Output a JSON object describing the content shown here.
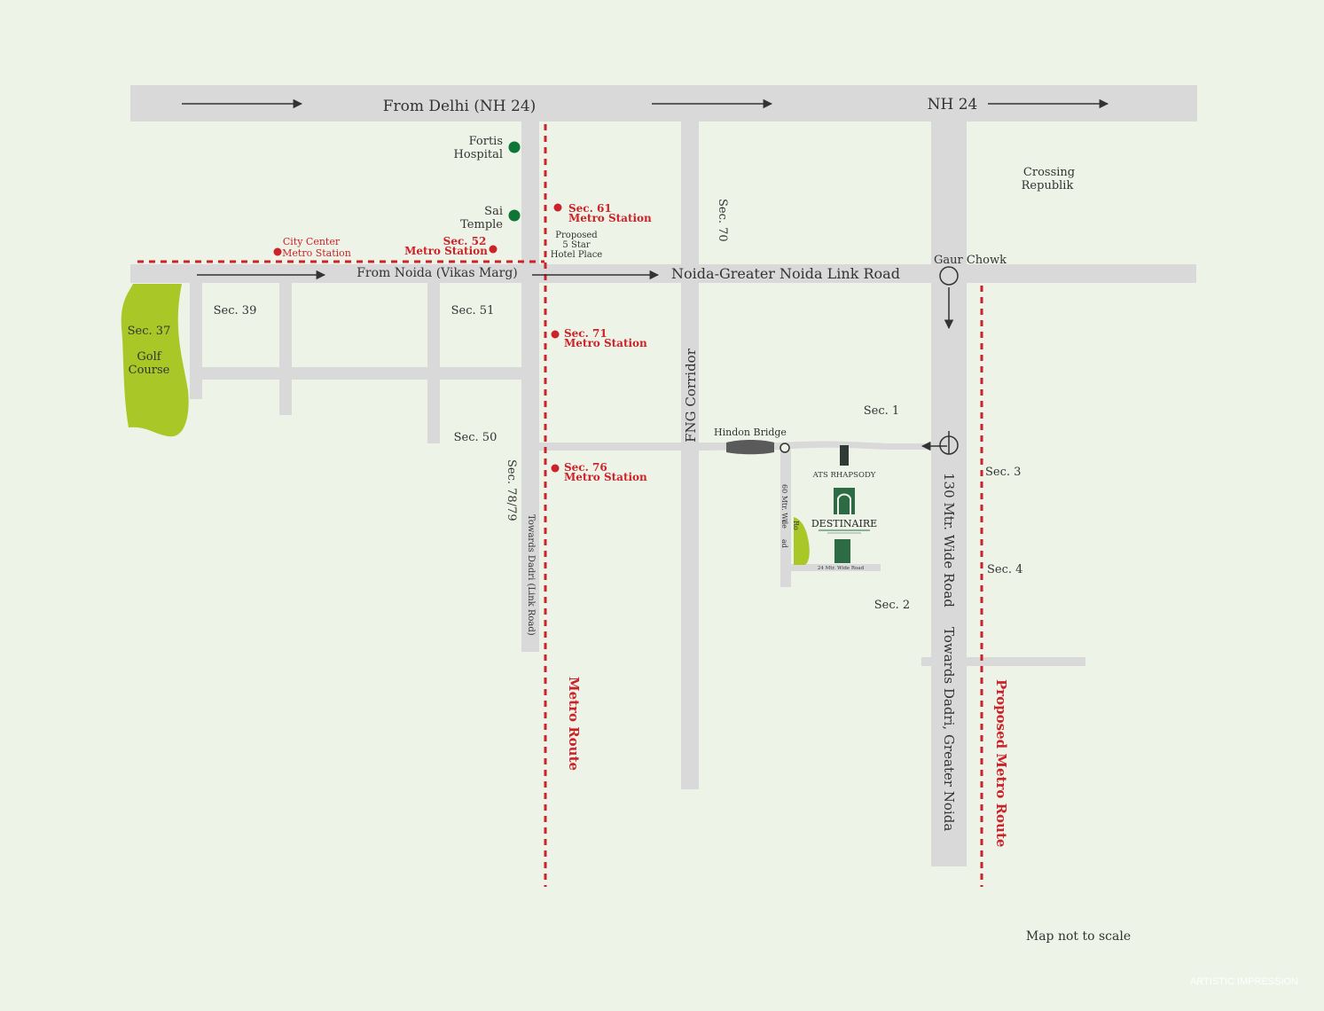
{
  "colors": {
    "background": "#edf3e6",
    "road": "#d9d9d9",
    "label": "#333333",
    "metro": "#cc2229",
    "poi": "#0f7536",
    "park": "#a9c827",
    "bridge": "#5a5a5a",
    "building": "#2d6b45"
  },
  "roads": {
    "nh24_from_delhi": "From Delhi (NH 24)",
    "nh24": "NH 24",
    "vikas_marg": "From Noida (Vikas Marg)",
    "link_road": "Noida-Greater Noida Link Road",
    "fng_corridor": "FNG Corridor",
    "wide_road_130": "130 Mtr. Wide Road",
    "towards_greater_noida": "Towards Dadri, Greater Noida",
    "towards_dadri_link": "Towards Dadri (Link Road)",
    "road_60_line1": "60 Mtr. Wi",
    "road_60_line2": "de",
    "road_60_line3": "ad",
    "road_60_ro": "Ro",
    "road_24": "24 Mtr. Wide Road"
  },
  "places": {
    "fortis_line1": "Fortis",
    "fortis_line2": "Hospital",
    "sai_line1": "Sai",
    "sai_line2": "Temple",
    "crossing_line1": "Crossing",
    "crossing_line2": "Republik",
    "hotel_line1": "Proposed",
    "hotel_line2": "5 Star",
    "hotel_line3": "Hotel Place",
    "gaur_chowk": "Gaur Chowk",
    "hindon_bridge": "Hindon Bridge",
    "ats_rhapsody": "ATS RHAPSODY",
    "destinaire": "DESTINAIRE",
    "golf_line1": "Golf",
    "golf_line2": "Course"
  },
  "sectors": {
    "sec37": "Sec. 37",
    "sec39": "Sec. 39",
    "sec51": "Sec. 51",
    "sec50": "Sec. 50",
    "sec70": "Sec. 70",
    "sec7879": "Sec. 78/79",
    "sec1": "Sec. 1",
    "sec2": "Sec. 2",
    "sec3": "Sec. 3",
    "sec4": "Sec. 4"
  },
  "metro": {
    "city_center_line1": "City Center",
    "city_center_line2": "Metro Station",
    "sec52_line1": "Sec. 52",
    "sec52_line2": "Metro Station",
    "sec61_line1": "Sec. 61",
    "sec61_line2": "Metro Station",
    "sec71_line1": "Sec. 71",
    "sec71_line2": "Metro Station",
    "sec76_line1": "Sec. 76",
    "sec76_line2": "Metro Station",
    "metro_route": "Metro Route",
    "proposed_metro_route": "Proposed Metro Route"
  },
  "notes": {
    "not_to_scale": "Map not to scale",
    "artistic": "ARTISTIC IMPRESSION"
  }
}
